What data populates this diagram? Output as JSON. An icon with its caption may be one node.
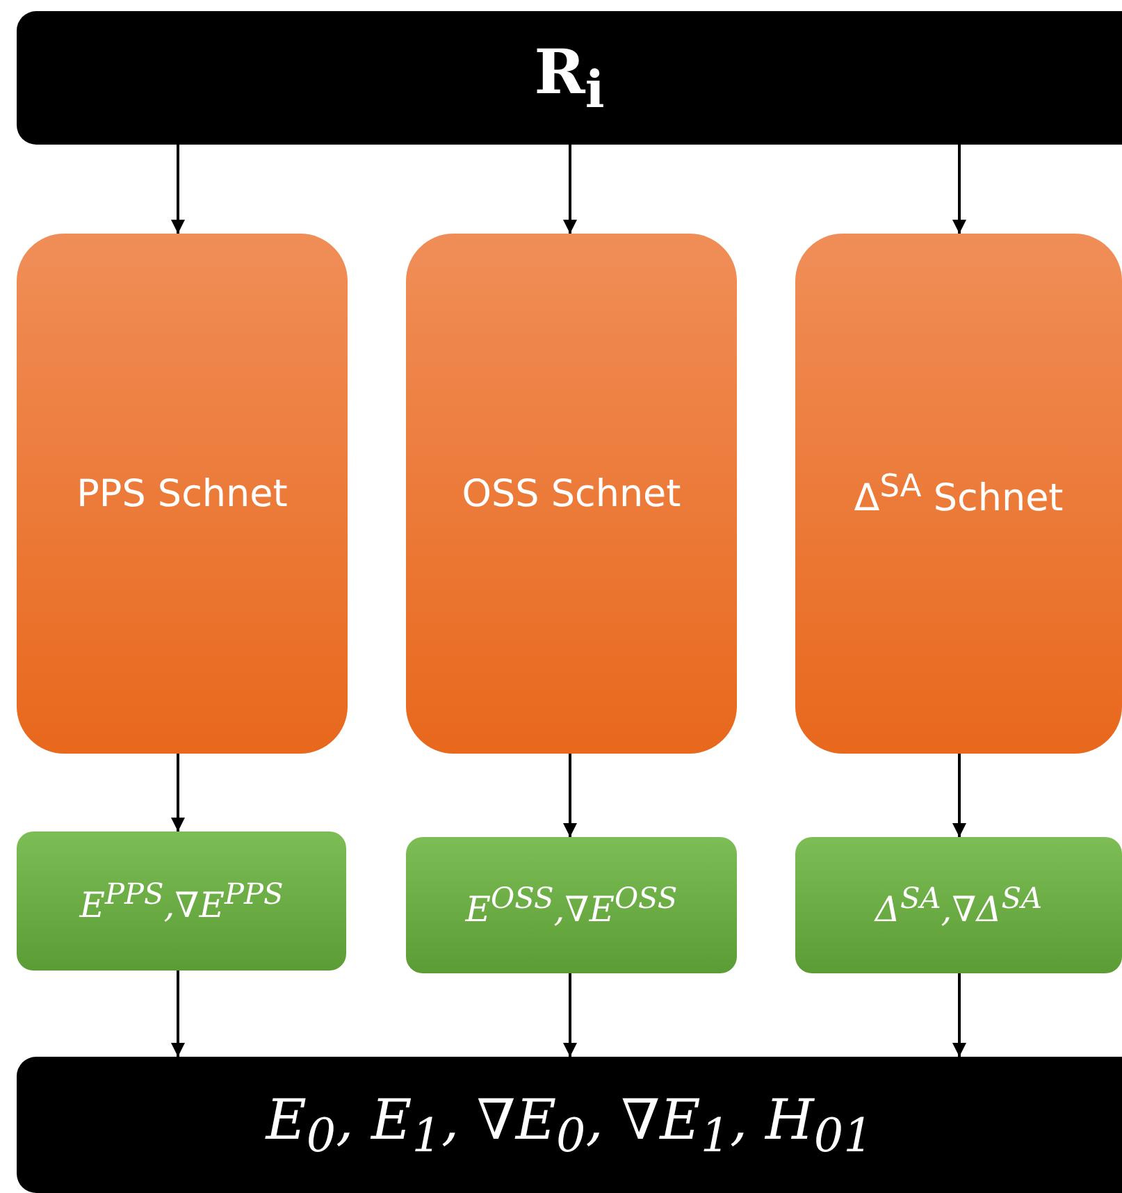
{
  "diagram": {
    "nodes": [
      {
        "text": [
          "R$_{i}$"
        ]
      },
      {
        "text": [
          "PPS Schnet"
        ]
      },
      {
        "text": [
          "OSS Schnet"
        ]
      },
      {
        "text": [
          "Δ$^{SA}$ Schnet"
        ]
      },
      {
        "text": [
          "E$^{PPS}$,∇E$^{PPS}$"
        ]
      },
      {
        "text": [
          "E$^{OSS}$,∇E$^{OSS}$"
        ]
      },
      {
        "text": [
          "Δ$^{SA}$,∇Δ$^{SA}$"
        ]
      },
      {
        "text": [
          "E$_{0}$, E$_{1}$, ∇E$_{0}$, ∇E$_{1}$, H$_{01}$"
        ]
      }
    ],
    "edges": [
      {
        "from": 0,
        "to": 1,
        "arrow": "to"
      },
      {
        "from": 0,
        "to": 2,
        "arrow": "to"
      },
      {
        "from": 0,
        "to": 3,
        "arrow": "to"
      },
      {
        "from": 1,
        "to": 4,
        "arrow": "to"
      },
      {
        "from": 2,
        "to": 5,
        "arrow": "to"
      },
      {
        "from": 3,
        "to": 6,
        "arrow": "to"
      },
      {
        "from": 4,
        "to": 7,
        "arrow": "to"
      },
      {
        "from": 5,
        "to": 7,
        "arrow": "to"
      },
      {
        "from": 6,
        "to": 7,
        "arrow": "to"
      }
    ]
  }
}
